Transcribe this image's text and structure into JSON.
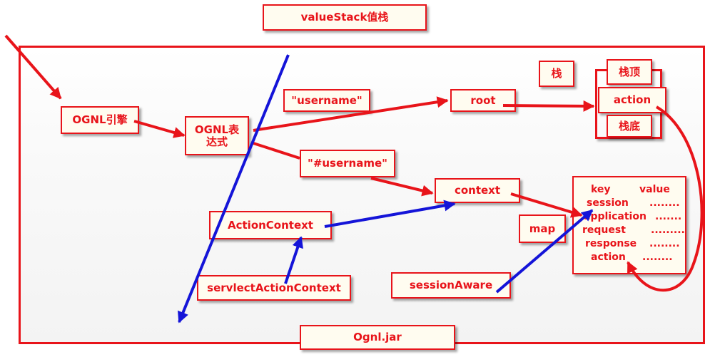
{
  "title": "valueStack值栈",
  "ognl_engine": "OGNL引擎",
  "ognl_expression": "OGNL表达式",
  "username_quoted": "\"username\"",
  "hash_username": "\"#username\"",
  "root": "root",
  "context": "context",
  "action_context": "ActionContext",
  "servlet_action_context": "servlectActionContext",
  "session_aware": "sessionAware",
  "map": "map",
  "stack": {
    "label": "栈",
    "top": "栈顶",
    "item": "action",
    "bottom": "栈底"
  },
  "map_table": {
    "header_key": "key",
    "header_value": "value",
    "rows": [
      {
        "key": "session",
        "value": "........"
      },
      {
        "key": "application",
        "value": "......."
      },
      {
        "key": "request",
        "value": "........."
      },
      {
        "key": "response",
        "value": "........"
      },
      {
        "key": "action",
        "value": "........"
      }
    ]
  },
  "footer": "Ognl.jar",
  "colors": {
    "red": "#e8141a",
    "blue": "#1414d8",
    "box_fill": "#fffcf0"
  }
}
